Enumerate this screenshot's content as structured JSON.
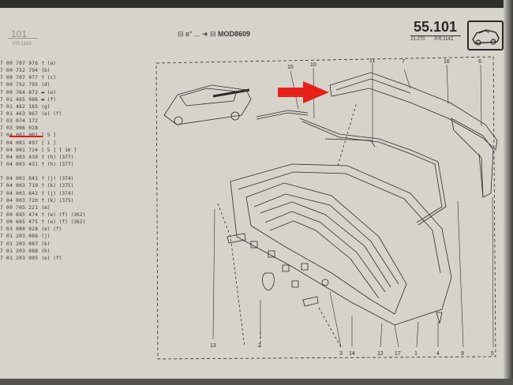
{
  "header": {
    "left_page": "101",
    "left_sub": "P.R.1142",
    "mid_symbols": "⊟ ʙ° ... ➜ ⊟",
    "mid_model": "MOD8609",
    "page_number": "55.101",
    "page_sub_left": "21-270",
    "page_sub_right": "P.R.1142"
  },
  "parts": [
    {
      "ref": "7 00 707 976",
      "note": "† (a)"
    },
    {
      "ref": "7 00 752 794",
      "note": "(b)"
    },
    {
      "ref": "7 00 707 977",
      "note": "† (c)"
    },
    {
      "ref": "7 00 752 795",
      "note": "(d)"
    },
    {
      "ref": "7 00 764 872",
      "note": "▬ (e)"
    },
    {
      "ref": "7 01 465 986",
      "note": "▬ (f)"
    },
    {
      "ref": "7 01 462 185",
      "note": "(g)"
    },
    {
      "ref": "7 01 463 967",
      "note": "(e) (f)"
    },
    {
      "ref": "7 03 074 172",
      "note": ""
    },
    {
      "ref": "7 03 906 028",
      "note": ""
    },
    {
      "ref": "7 04 001 001",
      "note": "[ 5 ]"
    },
    {
      "ref": "7 04 001 497",
      "note": "[ 1 ]"
    },
    {
      "ref": "7 04 001 724",
      "note": "[ 5 ] [ 16 ]"
    },
    {
      "ref": "7 04 003 430",
      "note": "† (h) (377)"
    },
    {
      "ref": "7 04 003 431",
      "note": "† (h) (377)"
    },
    {
      "ref": "",
      "note": ""
    },
    {
      "ref": "7 04 001 641",
      "note": "† (j) (374)"
    },
    {
      "ref": "7 04 003 719",
      "note": "† (k) (375)"
    },
    {
      "ref": "7 04 001 642",
      "note": "† (j) (374)"
    },
    {
      "ref": "7 04 003 720",
      "note": "† (k) (375)"
    },
    {
      "ref": "7 00 705 221",
      "note": "(m)"
    },
    {
      "ref": "7 00 685 474",
      "note": "† (e) (f) (362)"
    },
    {
      "ref": "7 00 685 475",
      "note": "† (e) (f) (362)"
    },
    {
      "ref": "7 03 080 028",
      "note": "(e) (f)"
    },
    {
      "ref": "7 01 203 086",
      "note": "(j)"
    },
    {
      "ref": "7 01 203 087",
      "note": "(k)"
    },
    {
      "ref": "7 01 203 088",
      "note": "(h)"
    },
    {
      "ref": "7 01 203 095",
      "note": "(e) (f)"
    }
  ],
  "callouts": {
    "c15": "15",
    "c10": "10",
    "c11": "11",
    "c7": "7",
    "c16": "16",
    "c6": "6",
    "c13": "13",
    "c2": "2",
    "c3": "3",
    "c14": "14",
    "c12": "12",
    "c17": "17",
    "c1": "1",
    "c4": "4",
    "c9": "9",
    "c5": "5"
  },
  "colors": {
    "highlight_arrow": "#e8201a",
    "paper": "#d6d3cb",
    "ink": "#2f2d2a"
  }
}
